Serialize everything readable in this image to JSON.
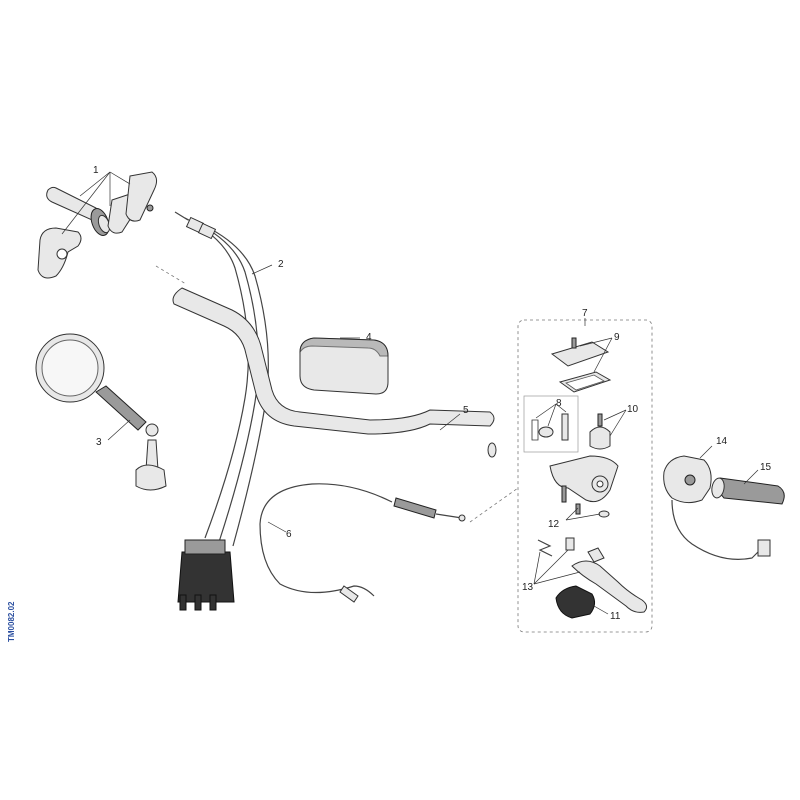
{
  "callouts": [
    {
      "id": "1",
      "label": "1"
    },
    {
      "id": "2",
      "label": "2"
    },
    {
      "id": "3",
      "label": "3"
    },
    {
      "id": "4",
      "label": "4"
    },
    {
      "id": "5",
      "label": "5"
    },
    {
      "id": "6",
      "label": "6"
    },
    {
      "id": "7",
      "label": "7"
    },
    {
      "id": "8",
      "label": "8"
    },
    {
      "id": "9",
      "label": "9"
    },
    {
      "id": "10",
      "label": "10"
    },
    {
      "id": "11",
      "label": "11"
    },
    {
      "id": "12",
      "label": "12"
    },
    {
      "id": "13",
      "label": "13"
    },
    {
      "id": "14",
      "label": "14"
    },
    {
      "id": "15",
      "label": "15"
    }
  ],
  "diagram_code": "TM0082.02"
}
